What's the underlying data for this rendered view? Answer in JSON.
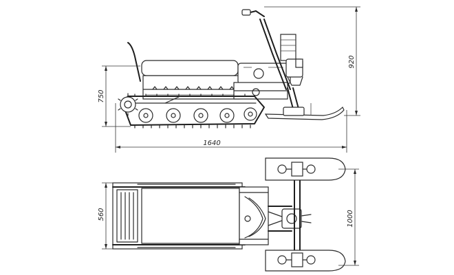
{
  "drawing": {
    "dimensions": {
      "side_length": "1640",
      "side_height": "750",
      "side_total_height": "920",
      "top_width": "560",
      "top_ski_track": "1000"
    }
  },
  "colors": {
    "line": "#2a2a2a",
    "background": "#ffffff",
    "hatch": "#8a8a8a"
  }
}
